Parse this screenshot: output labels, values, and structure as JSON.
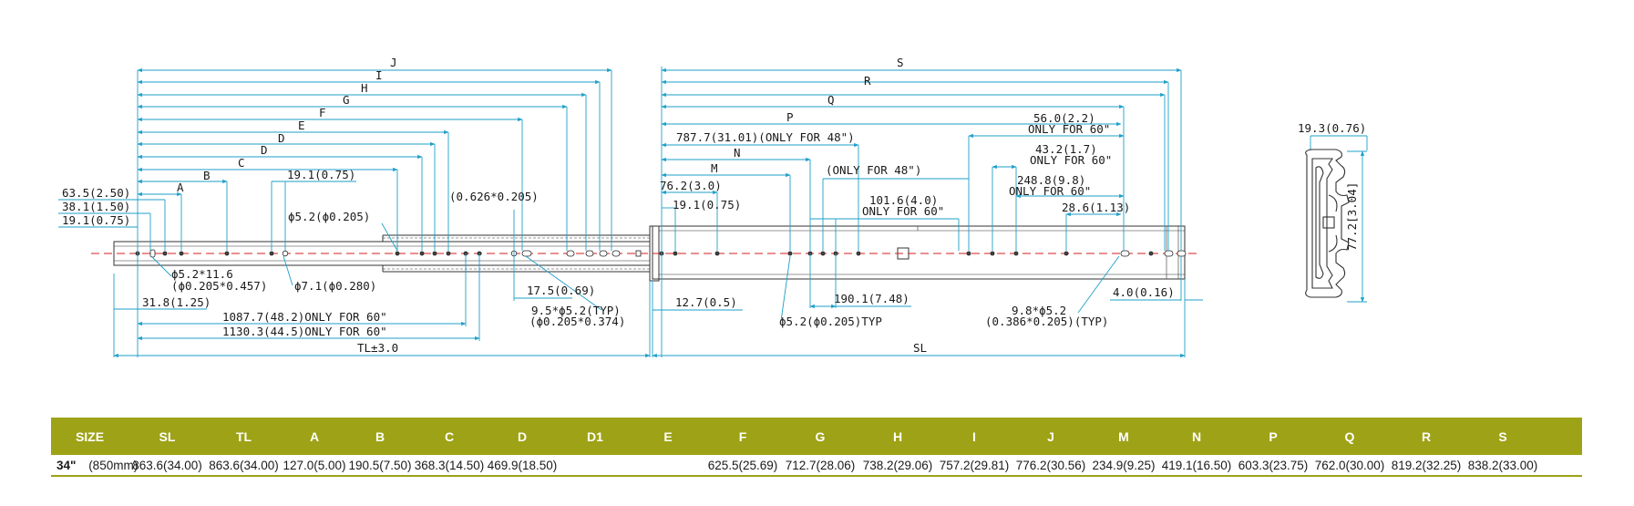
{
  "colors": {
    "dimension_line": "#1e9fc9",
    "centerline": "#d42020",
    "outline": "#333333",
    "table_header_bg": "#9ea216"
  },
  "dimensions": {
    "J": "J",
    "I": "I",
    "H": "H",
    "G": "G",
    "F": "F",
    "E": "E",
    "D1": "D",
    "D2": "D",
    "C": "C",
    "B": "B",
    "A": "A",
    "d63_5": "63.5(2.50)",
    "d38_1": "38.1(1.50)",
    "d19_1_left": "19.1(0.75)",
    "d19_1_mid": "19.1(0.75)",
    "slot_a": "ϕ5.2*11.6",
    "slot_b": "(ϕ0.205*0.457)",
    "hole71": "ϕ7.1(ϕ0.280)",
    "hole52": "ϕ5.2(ϕ0.205)",
    "d0626": "(0.626*0.205)",
    "d17_5": "17.5(0.69)",
    "d31_8": "31.8(1.25)",
    "d1087": "1087.7(48.2)ONLY FOR 60\"",
    "d1130": "1130.3(44.5)ONLY FOR 60\"",
    "slot95_a": "9.5*ϕ5.2(TYP)",
    "slot95_b": "(ϕ0.205*0.374)",
    "TL": "TL±3.0",
    "S": "S",
    "R": "R",
    "Q": "Q",
    "P": "P",
    "N": "N",
    "M": "M",
    "d787": "787.7(31.01)(ONLY FOR 48\")",
    "only48": "(ONLY FOR 48\")",
    "d76_2": "76.2(3.0)",
    "d19_1_right": "19.1(0.75)",
    "d56_a": "56.0(2.2)",
    "d56_b": "ONLY FOR 60\"",
    "d43_a": "43.2(1.7)",
    "d43_b": "ONLY FOR 60\"",
    "d248_a": "248.8(9.8)",
    "d248_b": "ONLY FOR 60\"",
    "d101_a": "101.6(4.0)",
    "d101_b": "ONLY FOR 60\"",
    "d28_6": "28.6(1.13)",
    "d12_7": "12.7(0.5)",
    "d190": "190.1(7.48)",
    "hole52typ": "ϕ5.2(ϕ0.205)TYP",
    "slot98_a": "9.8*ϕ5.2",
    "slot98_b": "(0.386*0.205)(TYP)",
    "d4_0": "4.0(0.16)",
    "SL": "SL",
    "d19_3": "19.3(0.76)",
    "d77_2": "77.2[3.04]"
  },
  "table": {
    "headers": [
      "SIZE",
      "SL",
      "TL",
      "A",
      "B",
      "C",
      "D",
      "D1",
      "E",
      "F",
      "G",
      "H",
      "I",
      "J",
      "M",
      "N",
      "P",
      "Q",
      "R",
      "S"
    ],
    "row": {
      "size": "34\"",
      "size_mm": "(850mm)",
      "values": [
        "863.6(34.00)",
        "863.6(34.00)",
        "127.0(5.00)",
        "190.5(7.50)",
        "368.3(14.50)",
        "469.9(18.50)",
        "",
        "",
        "625.5(25.69)",
        "712.7(28.06)",
        "738.2(29.06)",
        "757.2(29.81)",
        "776.2(30.56)",
        "234.9(9.25)",
        "419.1(16.50)",
        "603.3(23.75)",
        "762.0(30.00)",
        "819.2(32.25)",
        "838.2(33.00)"
      ]
    }
  }
}
